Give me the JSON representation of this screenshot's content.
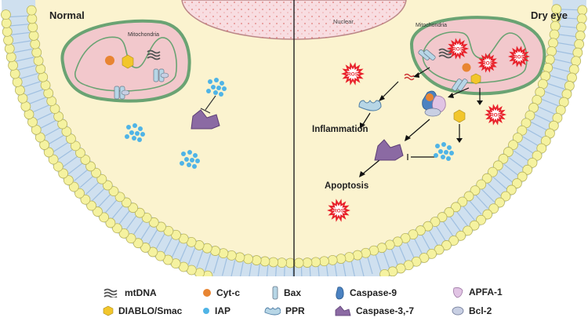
{
  "panels": {
    "left_title": "Normal",
    "right_title": "Dry eye"
  },
  "organelles": {
    "mito_left": "Mitochondria",
    "mito_right": "Mitochondria",
    "nucleus": "Nuclear"
  },
  "ros_label": "ROS",
  "outcomes": {
    "inflammation": "Inflammation",
    "apoptosis": "Apoptosis"
  },
  "legend": {
    "mtdna": "mtDNA",
    "cytc": "Cyt-c",
    "bax": "Bax",
    "casp9": "Caspase-9",
    "apfa1": "APFA-1",
    "diablo": "DIABLO/Smac",
    "iap": "IAP",
    "ppr": "PPR",
    "casp37": "Caspase-3,-7",
    "bcl2": "Bcl-2"
  },
  "colors": {
    "cytoplasm": "#fbf3cf",
    "bead": "#f5f2a0",
    "membrane_tail": "#aac7e6",
    "mito_fill": "#f2c8cc",
    "mito_border": "#6aa373",
    "nucleus_fill": "#f8dde1",
    "ros": "#e8222b",
    "caspase37": "#8b6aa3",
    "caspase9": "#4b82c1",
    "apfa1": "#e1c4e4",
    "cytc": "#e88532",
    "diablo": "#f2c62c",
    "iap": "#4fb4e6",
    "bax": "#b7d6e6",
    "bcl2": "#c8cfe3"
  }
}
